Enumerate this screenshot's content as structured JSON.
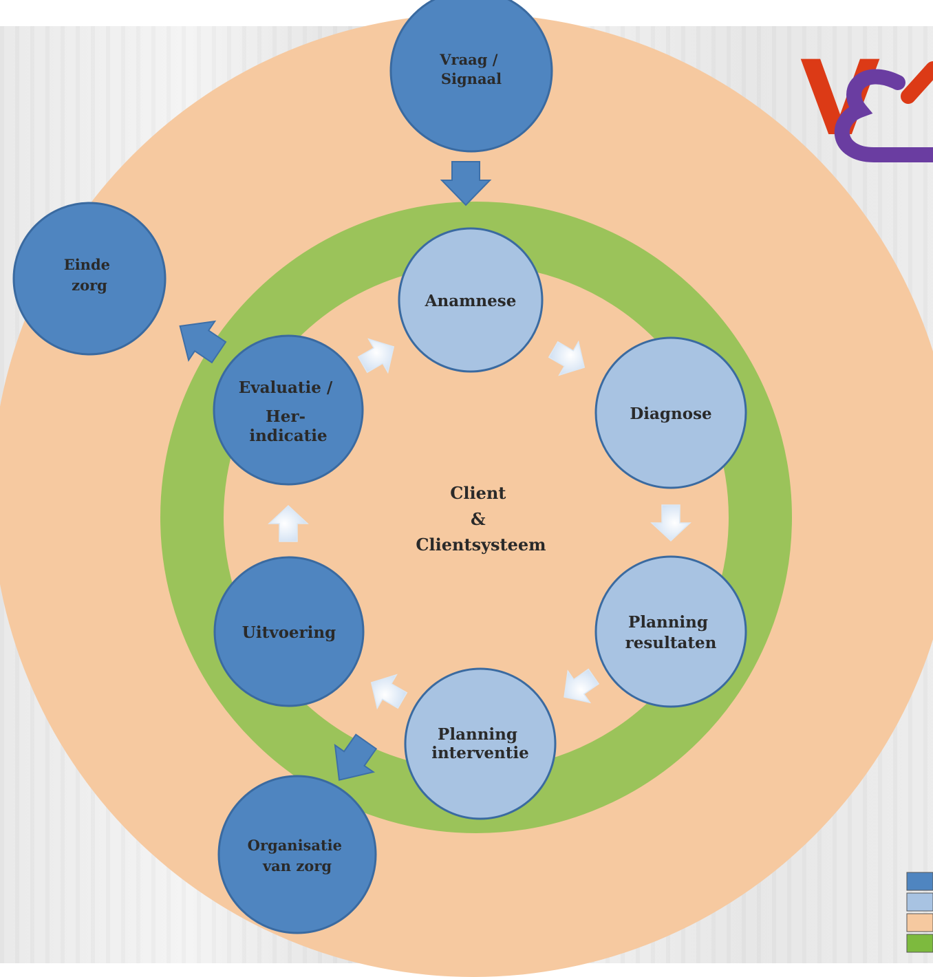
{
  "nodes": {
    "vraag": [
      "Vraag /",
      "Signaal"
    ],
    "einde": [
      "Einde",
      "zorg"
    ],
    "anamnese": [
      "Anamnese"
    ],
    "diagnose": [
      "Diagnose"
    ],
    "planning_resultaten": [
      "Planning",
      "resultaten"
    ],
    "planning_interventie": [
      "Planning",
      "interventie"
    ],
    "uitvoering": [
      "Uitvoering"
    ],
    "evaluatie": [
      "Evaluatie /",
      "Her-",
      "indicatie"
    ],
    "organisatie": [
      "Organisatie",
      "van zorg"
    ]
  },
  "center": [
    "Client",
    "&",
    "Clientsysteem"
  ],
  "logo": {
    "letter": "V"
  },
  "colors": {
    "dark_blue": "#4f85c0",
    "light_blue": "#a8c3e2",
    "orange": "#f6c9a0",
    "green": "#9bc35a",
    "logo_red": "#dc3a16",
    "logo_purple": "#6a3da1"
  }
}
